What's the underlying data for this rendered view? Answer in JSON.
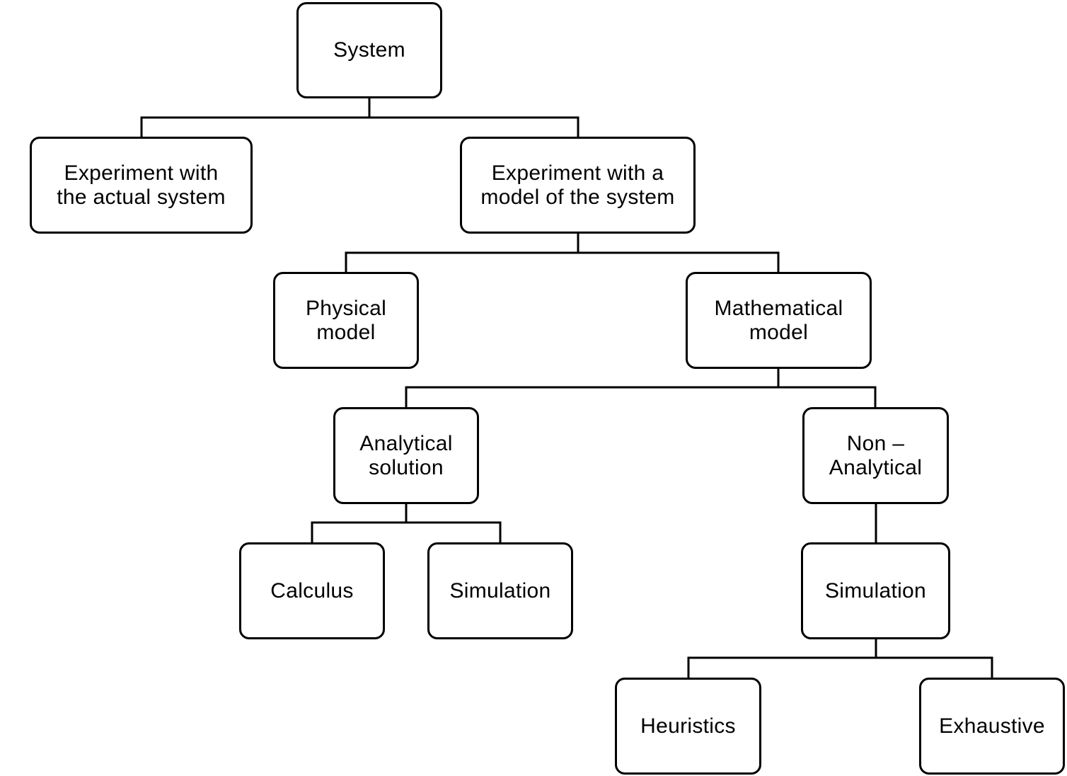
{
  "diagram": {
    "nodes": {
      "system": "System",
      "actual": "Experiment with\nthe actual system",
      "model": "Experiment with a\nmodel of the system",
      "physical": "Physical\nmodel",
      "math": "Mathematical\nmodel",
      "analytical": "Analytical\nsolution",
      "nonanalytical": "Non –\nAnalytical",
      "calculus": "Calculus",
      "simA": "Simulation",
      "simB": "Simulation",
      "heuristics": "Heuristics",
      "exhaustive": "Exhaustive"
    },
    "edges": [
      [
        "system",
        "actual"
      ],
      [
        "system",
        "model"
      ],
      [
        "model",
        "physical"
      ],
      [
        "model",
        "math"
      ],
      [
        "math",
        "analytical"
      ],
      [
        "math",
        "nonanalytical"
      ],
      [
        "analytical",
        "calculus"
      ],
      [
        "analytical",
        "simA"
      ],
      [
        "nonanalytical",
        "simB"
      ],
      [
        "simB",
        "heuristics"
      ],
      [
        "simB",
        "exhaustive"
      ]
    ]
  }
}
